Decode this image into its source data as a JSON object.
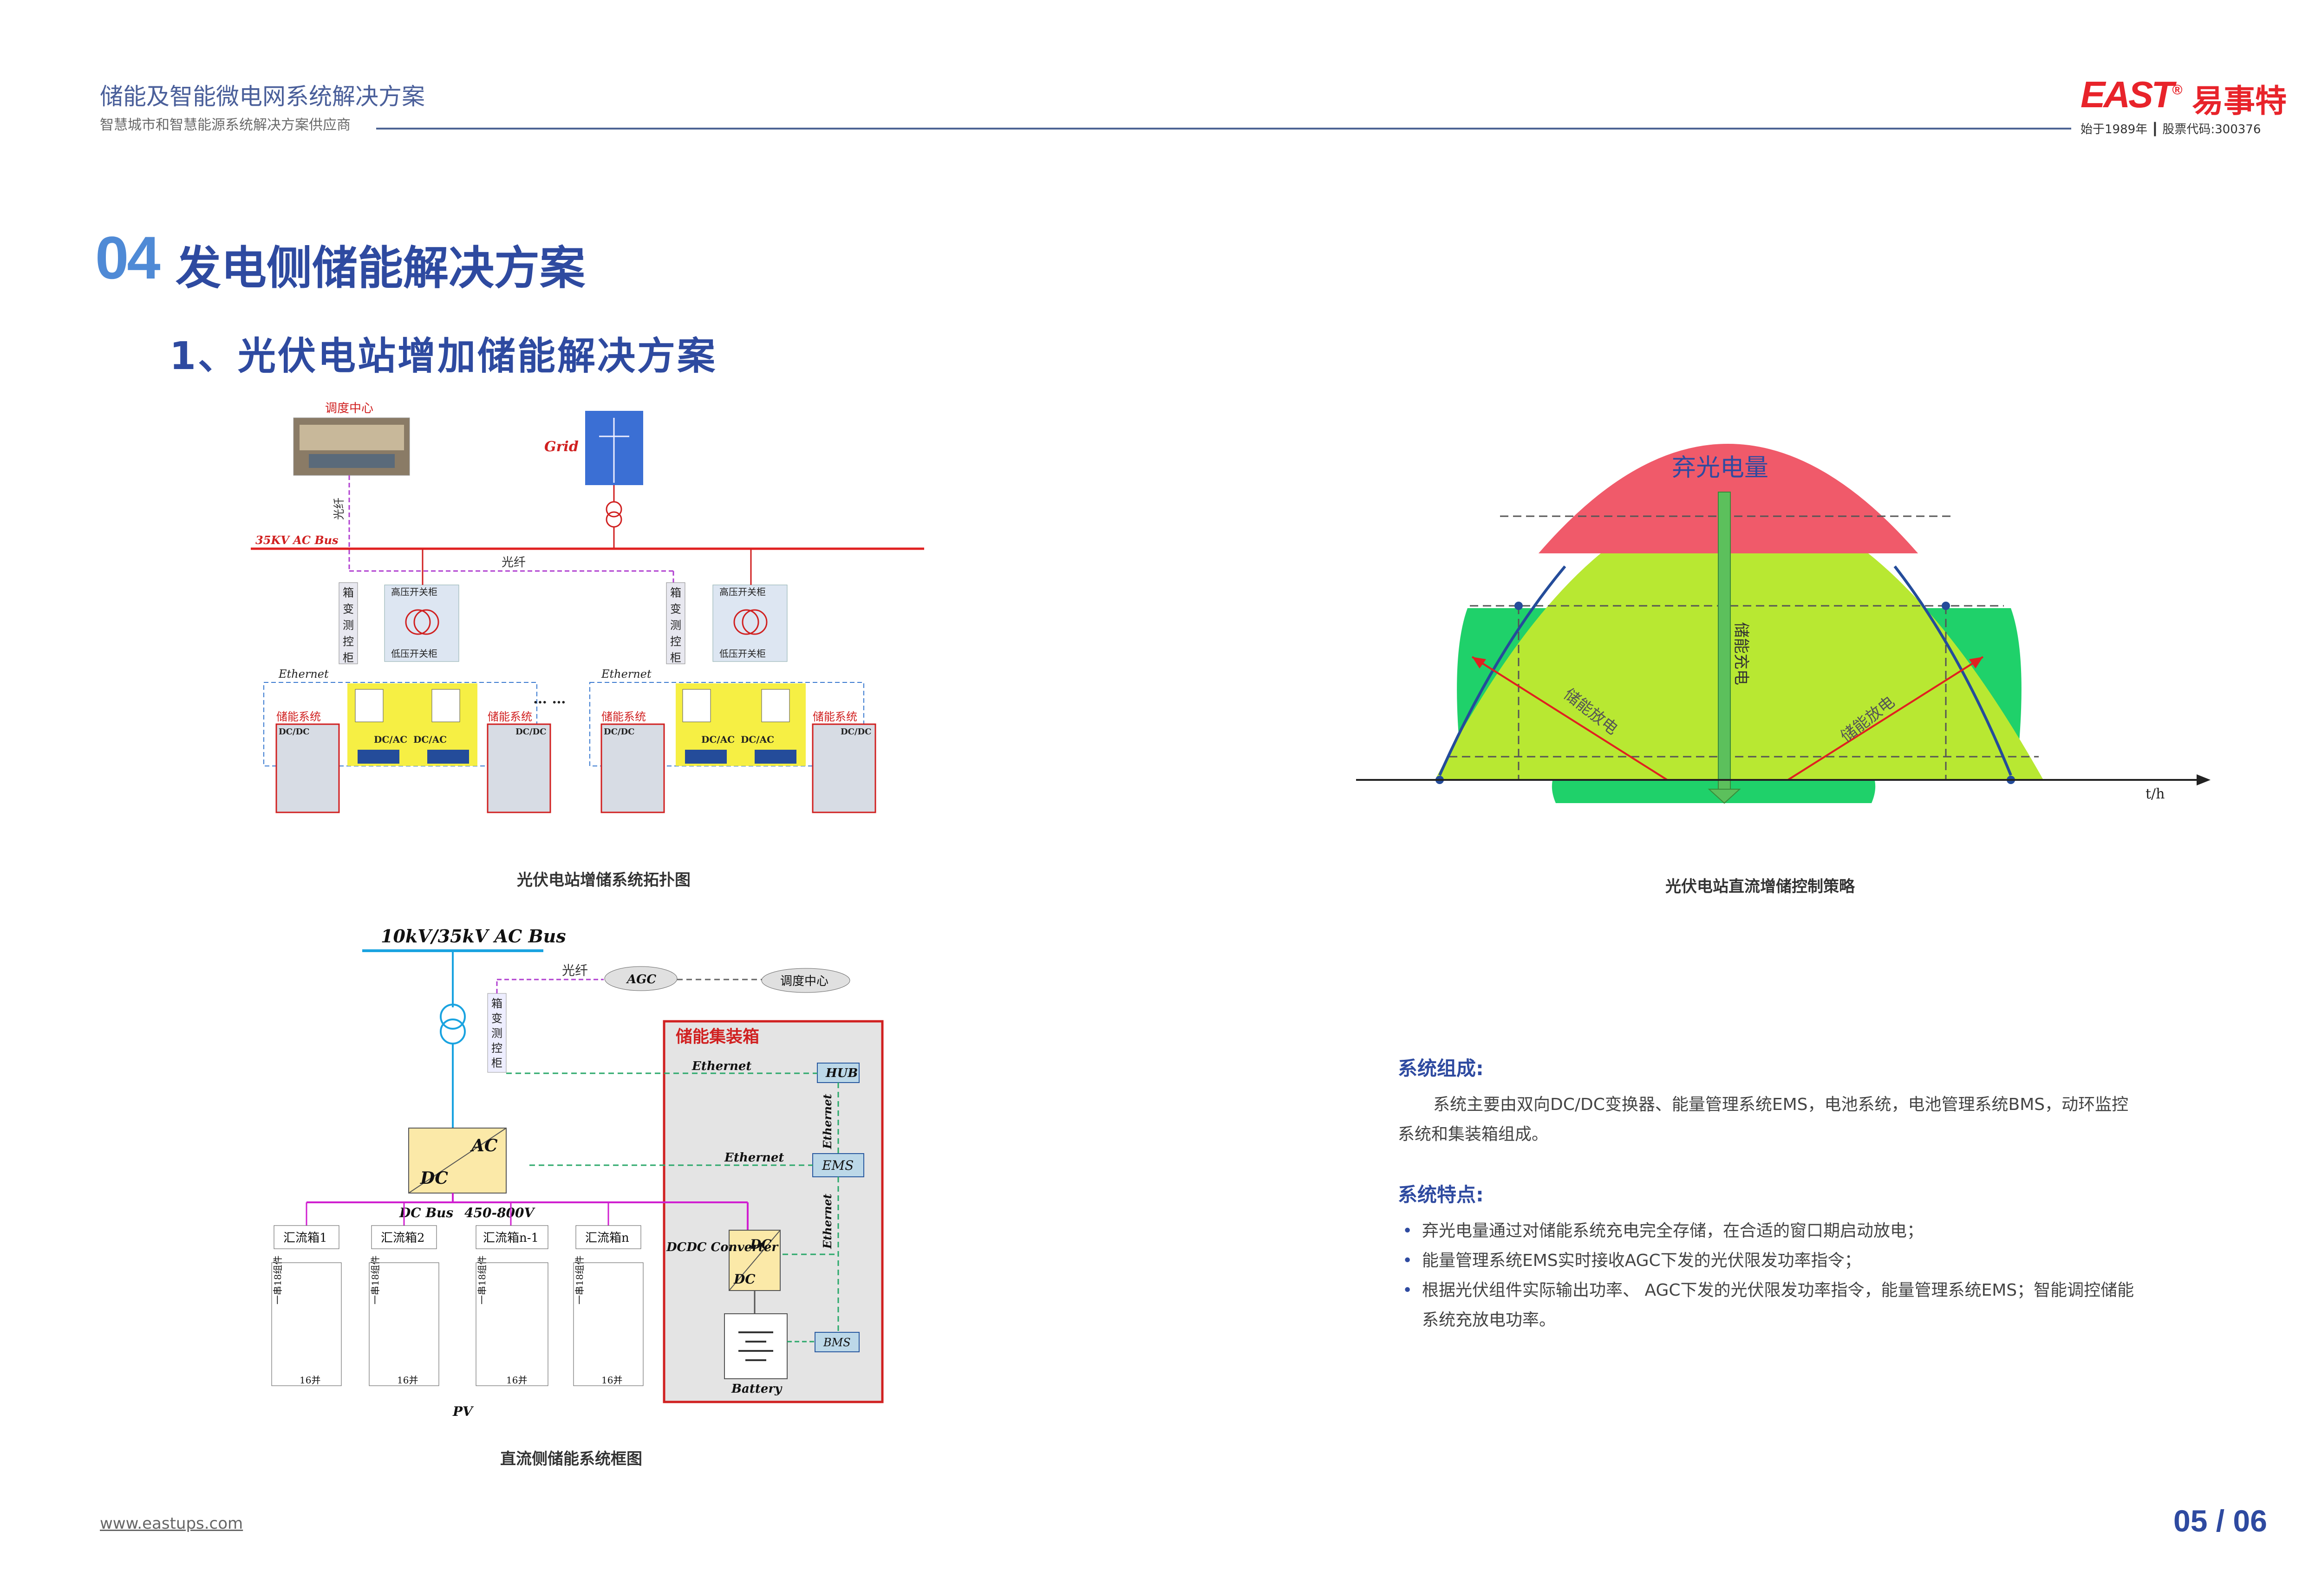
{
  "header": {
    "title": "储能及智能微电网系统解决方案",
    "subtitle": "智慧城市和智慧能源系统解决方案供应商",
    "logo_en": "EAST",
    "logo_reg": "®",
    "logo_cn": "易事特",
    "logo_sub": "始于1989年 ┃ 股票代码:300376"
  },
  "section": {
    "number": "04",
    "title": "发电侧储能解决方案"
  },
  "subsection": {
    "title": "1、光伏电站增加储能解决方案"
  },
  "fig1": {
    "caption": "光伏电站增储系统拓扑图",
    "dispatch": "调度中心",
    "grid": "Grid",
    "fiber_v": "光纤",
    "fiber_h": "光纤",
    "bus": "35KV AC Bus",
    "cabinet_v": "箱变测控柜",
    "hv": "高压开关柜",
    "lv": "低压开关柜",
    "ethernet": "Ethernet",
    "storage": "储能系统",
    "dcdc": "DC/DC",
    "dcac": "DC/AC",
    "dots": "… …"
  },
  "fig2": {
    "caption": "光伏电站直流增储控制策略",
    "curtail": "弃光电量",
    "charge": "储能充电",
    "discharge_l": "储能放电",
    "discharge_r": "储能放电",
    "axis": "t/h"
  },
  "fig3": {
    "caption": "直流侧储能系统框图",
    "bus": "10kV/35kV AC Bus",
    "fiber": "光纤",
    "agc": "AGC",
    "dispatch": "调度中心",
    "cabinet_v": "箱变测控柜",
    "container": "储能集装箱",
    "ethernet1": "Ethernet",
    "ethernet2": "Ethernet",
    "ethernet3": "Ethernet",
    "ethernet4": "Ethernet",
    "hub": "HUB",
    "ems": "EMS",
    "bms": "BMS",
    "ac": "AC",
    "dc": "DC",
    "dcbus": "DC Bus",
    "voltage": "450-800V",
    "dcdc_conv": "DCDC Converter",
    "dc1": "DC",
    "dc2": "DC",
    "battery": "Battery",
    "combiner": [
      "汇流箱1",
      "汇流箱2",
      "汇流箱n-1",
      "汇流箱n"
    ],
    "string_label": "一串18组件",
    "parallel": "16并",
    "pv": "PV"
  },
  "composition": {
    "heading": "系统组成:",
    "text": "系统主要由双向DC/DC变换器、能量管理系统EMS，电池系统，电池管理系统BMS，动环监控系统和集装箱组成。"
  },
  "features": {
    "heading": "系统特点:",
    "items": [
      "弃光电量通过对储能系统充电完全存储，在合适的窗口期启动放电；",
      "能量管理系统EMS实时接收AGC下发的光伏限发功率指令；",
      "根据光伏组件实际输出功率、 AGC下发的光伏限发功率指令，能量管理系统EMS；智能调控储能系统充放电功率。"
    ]
  },
  "footer": {
    "url": "www.eastups.com",
    "page": "05 / 06"
  },
  "colors": {
    "brand_blue": "#2e4aa0",
    "red": "#e8232a",
    "green": "#b8e832"
  }
}
